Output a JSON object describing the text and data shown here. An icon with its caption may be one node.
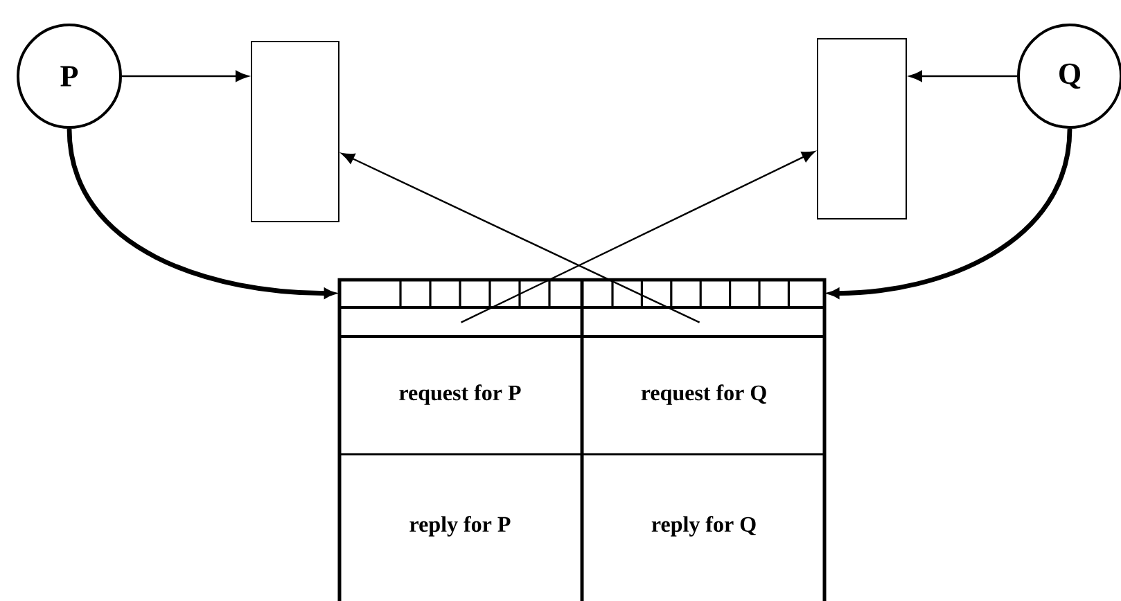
{
  "diagram": {
    "nodes": [
      {
        "text": [
          "P"
        ]
      },
      {
        "text": [],
        "shape": "box"
      },
      {
        "text": [],
        "shape": "box"
      },
      {
        "text": [
          "Q"
        ]
      },
      {
        "text": [],
        "shape": "box"
      },
      {
        "text": [
          "request for P"
        ],
        "in": 4
      },
      {
        "text": [
          "request for Q"
        ],
        "in": 4
      },
      {
        "text": [
          "reply for P"
        ],
        "in": 4
      },
      {
        "text": [
          "reply for Q"
        ],
        "in": 4
      }
    ],
    "edges": [
      {
        "from": 0,
        "to": 1,
        "arrow": "to"
      },
      {
        "from": 3,
        "to": 2,
        "arrow": "to"
      },
      {
        "from": 0,
        "to": 4,
        "arrow": "to",
        "style": "thick"
      },
      {
        "from": 3,
        "to": 4,
        "arrow": "to",
        "style": "thick"
      },
      {
        "from": 4,
        "to": 2,
        "arrow": "to"
      },
      {
        "from": 4,
        "to": 1,
        "arrow": "to"
      }
    ]
  }
}
